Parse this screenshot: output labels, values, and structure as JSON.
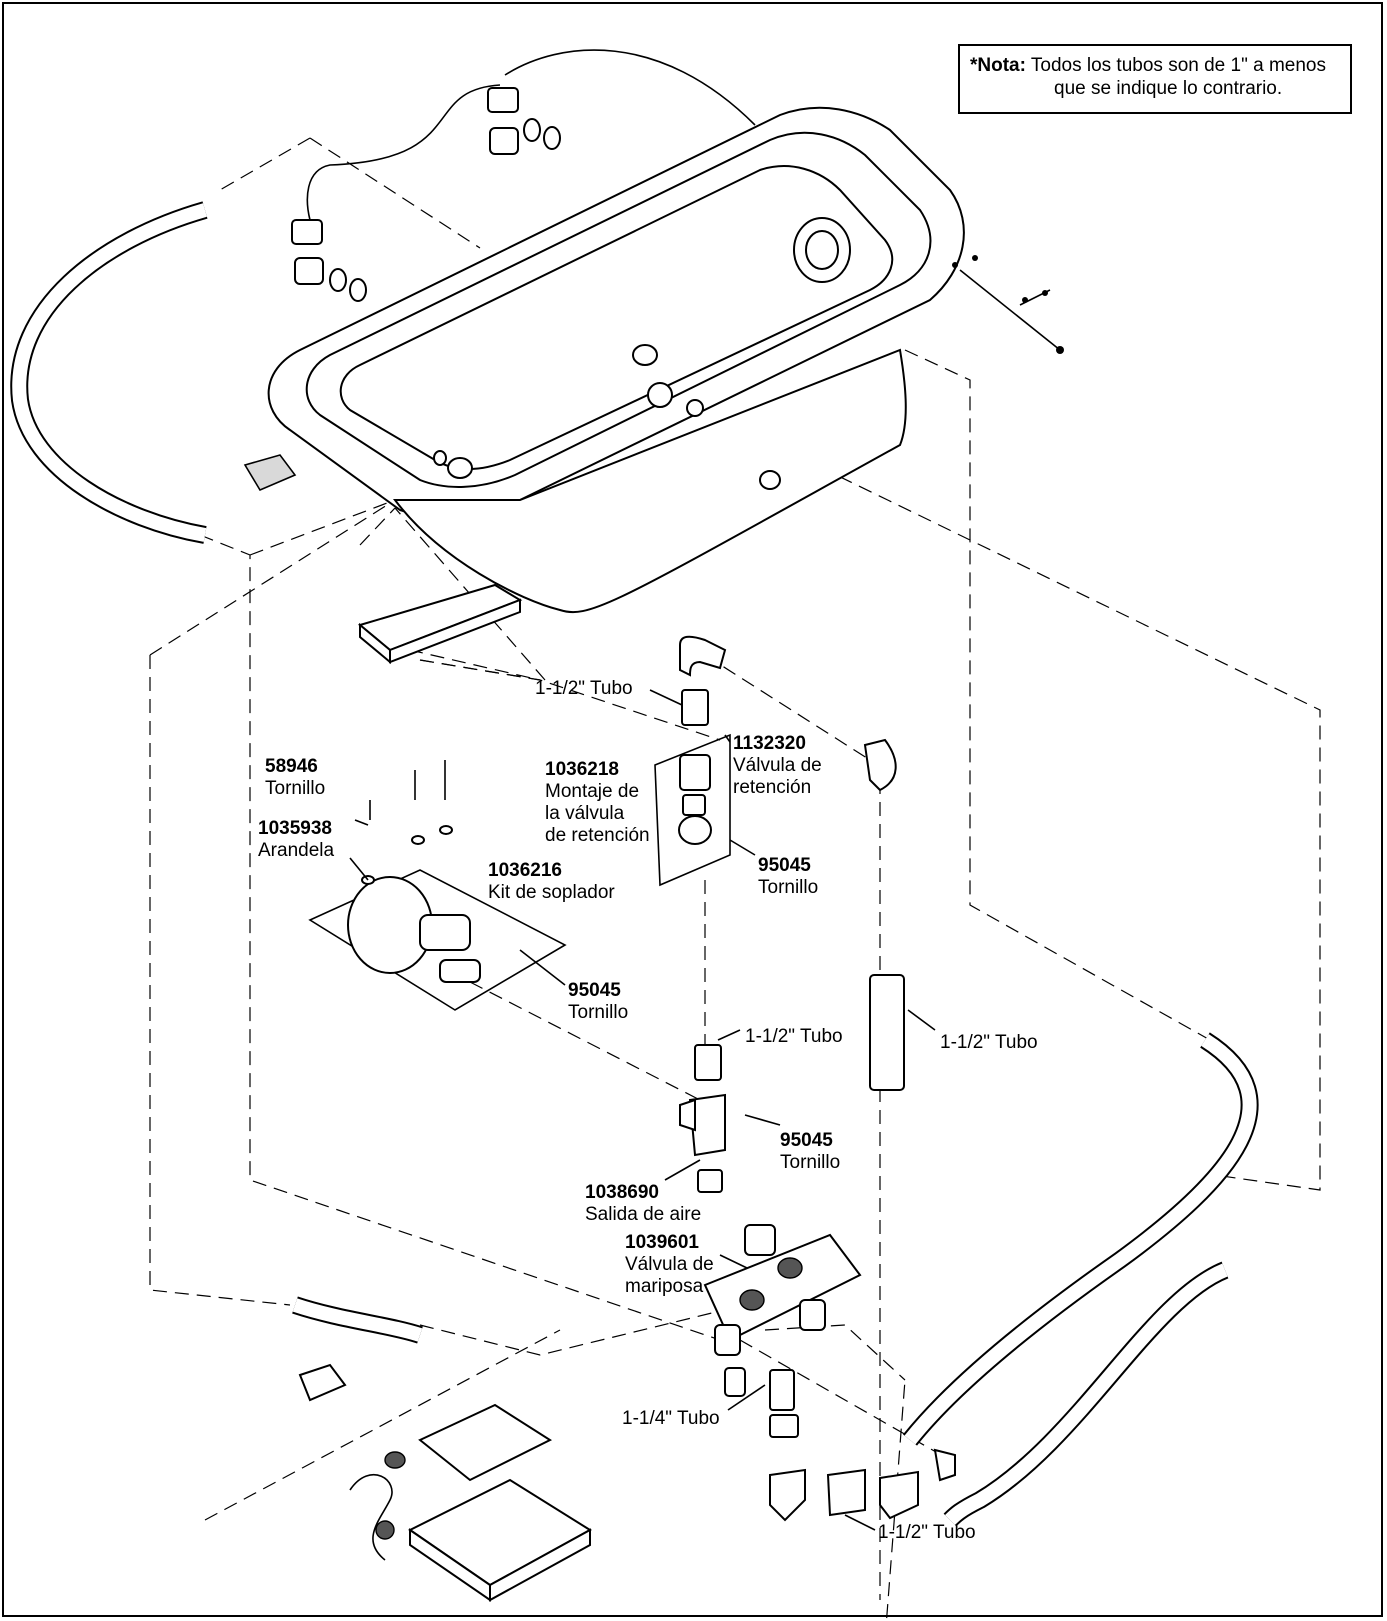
{
  "note": {
    "prefix": "*Nota:",
    "line1": "Todos los tubos son de 1\" a menos",
    "line2": "que se indique lo contrario."
  },
  "labels": {
    "tubo_top": "1-1/2\" Tubo",
    "check_valve_num": "1132320",
    "check_valve_l1": "Válvula de",
    "check_valve_l2": "retención",
    "check_assy_num": "1036218",
    "check_assy_l1": "Montaje de",
    "check_assy_l2": "la válvula",
    "check_assy_l3": "de retención",
    "screw_top_num": "58946",
    "screw_top_text": "Tornillo",
    "washer_num": "1035938",
    "washer_text": "Arandela",
    "blower_num": "1036216",
    "blower_text": "Kit de soplador",
    "screw_check_num": "95045",
    "screw_check_text": "Tornillo",
    "screw_blower_num": "95045",
    "screw_blower_text": "Tornillo",
    "tubo_mid": "1-1/2\" Tubo",
    "tubo_right": "1-1/2\" Tubo",
    "screw_tee_num": "95045",
    "screw_tee_text": "Tornillo",
    "air_outlet_num": "1038690",
    "air_outlet_text": "Salida de aire",
    "butterfly_num": "1039601",
    "butterfly_l1": "Válvula de",
    "butterfly_l2": "mariposa",
    "tubo_quarter": "1-1/4\" Tubo",
    "tubo_bottom": "1-1/2\" Tubo"
  }
}
